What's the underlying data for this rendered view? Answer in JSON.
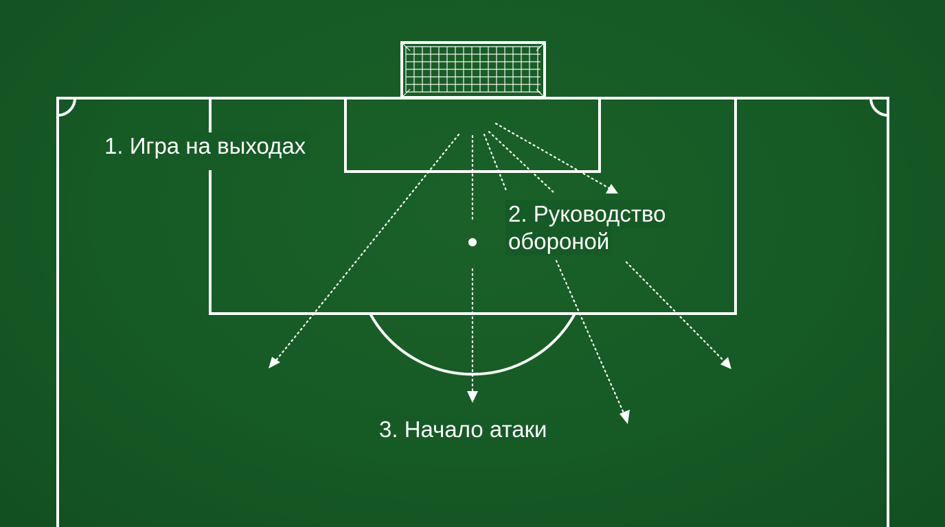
{
  "labels": {
    "label_1": "1. Игра на выходах",
    "label_2_line1": "2. Руководство",
    "label_2_line2": "обороной",
    "label_3": "3. Начало атаки"
  },
  "colors": {
    "pitch": "#165a25",
    "lines": "#ffffff"
  }
}
